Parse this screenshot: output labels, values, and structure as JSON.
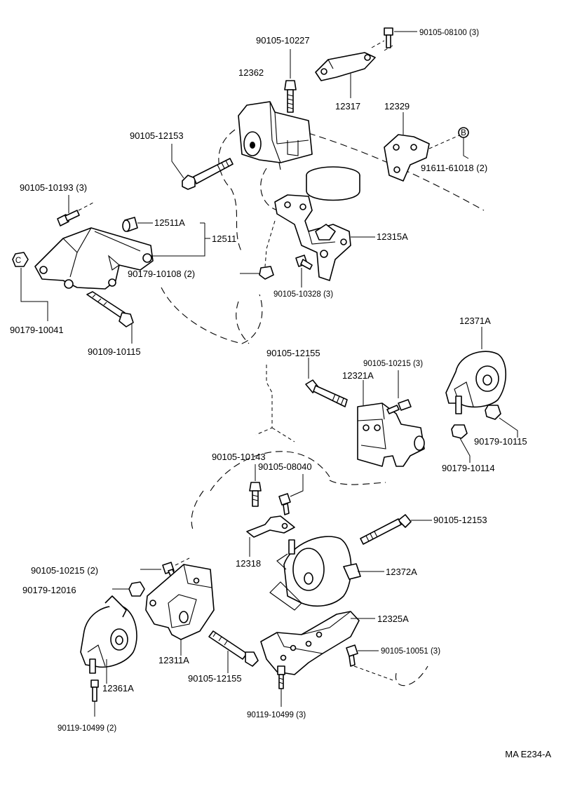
{
  "labels": {
    "p90105_10227": "90105-10227",
    "p90105_08100": "90105-08100 (3)",
    "p12362": "12362",
    "p12317": "12317",
    "p12329": "12329",
    "p90105_12153_top": "90105-12153",
    "p91611_61018": "91611-61018 (2)",
    "p90105_10193": "90105-10193 (3)",
    "p12511A": "12511A",
    "p12511": "12511",
    "p12315A": "12315A",
    "p90179_10108": "90179-10108 (2)",
    "p90105_10328": "90105-10328 (3)",
    "p90179_10041": "90179-10041",
    "p90109_10115": "90109-10115",
    "p90105_12155_mid": "90105-12155",
    "p12371A": "12371A",
    "p90105_10215_mid": "90105-10215 (3)",
    "p12321A": "12321A",
    "p90179_10115": "90179-10115",
    "p90179_10114": "90179-10114",
    "p90105_10143": "90105-10143",
    "p90105_08040": "90105-08040",
    "p90105_12153_low": "90105-12153",
    "p12318": "12318",
    "p12372A": "12372A",
    "p90105_10215_low": "90105-10215 (2)",
    "p90179_12016": "90179-12016",
    "p12325A": "12325A",
    "p90105_10051": "90105-10051 (3)",
    "p12311A": "12311A",
    "p90105_12155_low": "90105-12155",
    "p12361A": "12361A",
    "p90119_10499_right": "90119-10499 (3)",
    "p90119_10499_left": "90119-10499 (2)",
    "marker_B": "B",
    "marker_C": "C"
  },
  "reference_code": "MA E234-A"
}
